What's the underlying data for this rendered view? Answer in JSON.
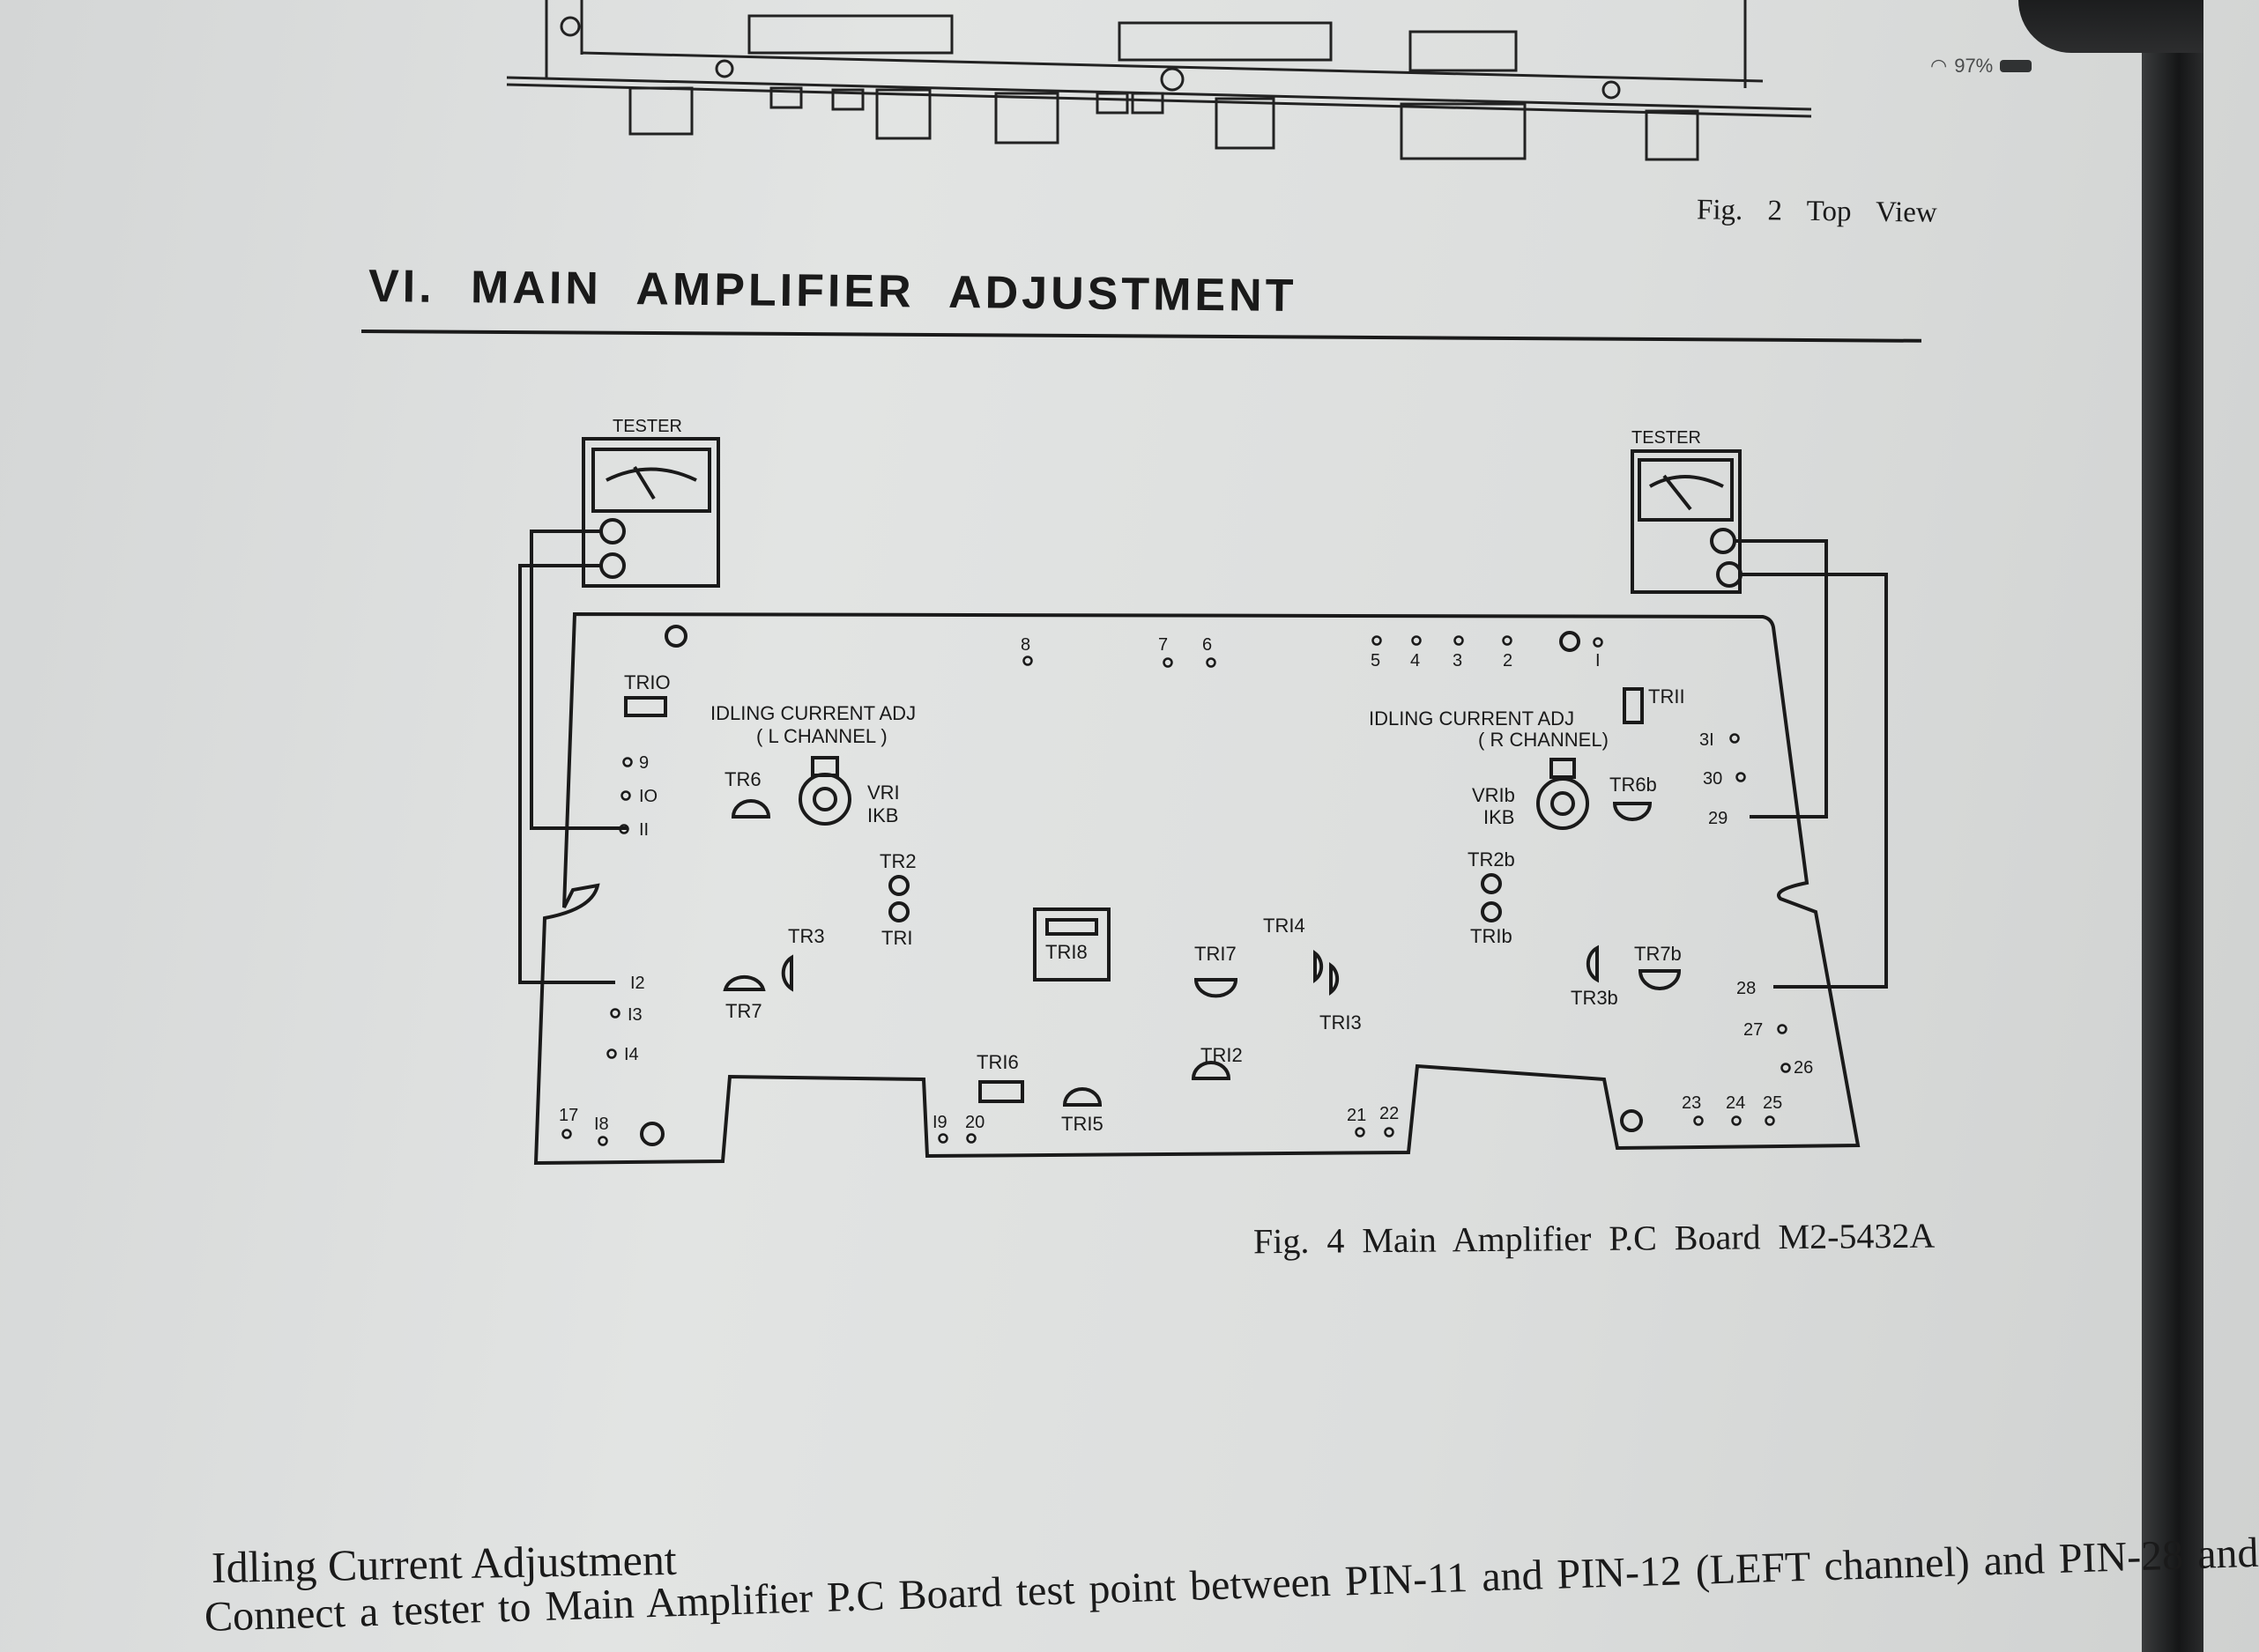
{
  "status_bar": {
    "battery": "97%"
  },
  "figure2": {
    "caption": "Fig. 2   Top View"
  },
  "section": {
    "title": "VI. MAIN AMPLIFIER ADJUSTMENT"
  },
  "figure4": {
    "caption": "Fig. 4   Main Amplifier P.C Board M2-5432A",
    "tester_left": "TESTER",
    "tester_right": "TESTER",
    "adj_left_1": "IDLING CURRENT ADJ",
    "adj_left_2": "( L CHANNEL )",
    "adj_right_1": "IDLING CURRENT ADJ",
    "adj_right_2": "( R CHANNEL)",
    "vr1": "VRI",
    "vr1_val": "IKB",
    "vr1b": "VRIb",
    "vr1b_val": "IKB",
    "components": {
      "tr10": "TRIO",
      "tr6": "TR6",
      "tr2": "TR2",
      "tr1": "TRI",
      "tr3": "TR3",
      "tr7": "TR7",
      "tr18": "TRI8",
      "tr17": "TRI7",
      "tr14": "TRI4",
      "tr13": "TRI3",
      "tr16": "TRI6",
      "tr15": "TRI5",
      "tr12": "TRI2",
      "tr11": "TRII",
      "tr6b": "TR6b",
      "tr2b": "TR2b",
      "tr1b": "TRIb",
      "tr3b": "TR3b",
      "tr7b": "TR7b"
    },
    "pins": {
      "p8": "8",
      "p7": "7",
      "p6": "6",
      "p5": "5",
      "p4": "4",
      "p3": "3",
      "p2": "2",
      "p1": "I",
      "p9": "9",
      "p10": "IO",
      "p11": "II",
      "p12": "I2",
      "p13": "I3",
      "p14": "I4",
      "p17": "17",
      "p18": "I8",
      "p19": "I9",
      "p20": "20",
      "p21": "21",
      "p22": "22",
      "p23": "23",
      "p24": "24",
      "p25": "25",
      "p26": "26",
      "p27": "27",
      "p28": "28",
      "p29": "29",
      "p30": "30",
      "p31": "3I"
    }
  },
  "subsection": {
    "title": "Idling Current Adjustment",
    "body": "Connect a tester to Main Amplifier P.C Board test point between PIN-11 and PIN-12 (LEFT channel) and PIN-28 and"
  }
}
